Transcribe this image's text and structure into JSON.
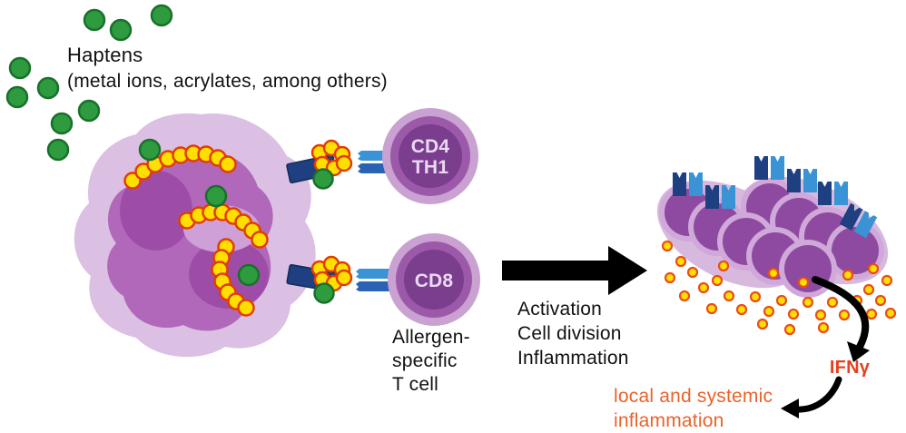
{
  "haptens": {
    "title": "Haptens",
    "subtitle": "(metal ions, acrylates, among others)"
  },
  "tcells": {
    "cd4_line1": "CD4",
    "cd4_line2": "TH1",
    "cd8": "CD8",
    "caption_line1": "Allergen-",
    "caption_line2": "specific",
    "caption_line3": "T cell"
  },
  "process": {
    "line1": "Activation",
    "line2": "Cell division",
    "line3": "Inflammation"
  },
  "outcome": {
    "ifny": "IFNγ",
    "inflammation_line1": "local and systemic",
    "inflammation_line2": "inflammation"
  },
  "colors": {
    "hapten_green": "#2e9b3f",
    "hapten_green_dark": "#19702b",
    "apc_outer": "#dcc0e3",
    "apc_inner": "#b168ba",
    "apc_dark_patch": "#9d4da8",
    "apc_light_patch": "#cf9fd8",
    "bead_yellow": "#ffdf00",
    "bead_outline": "#e23d00",
    "mhc_navy": "#1e3f80",
    "tcr_blue_mid": "#2a62b4",
    "tcr_blue_light": "#3a93d4",
    "tcell_rim": "#c9a2d2",
    "tcell_body": "#9c59aa",
    "tcell_core": "#7b3d8e",
    "cluster_cell_rim": "#d0a8da",
    "cluster_cell_body": "#8d4aa0",
    "arrow_black": "#000000",
    "ifny_color": "#e8401e",
    "inflammation_color": "#e9632b"
  }
}
